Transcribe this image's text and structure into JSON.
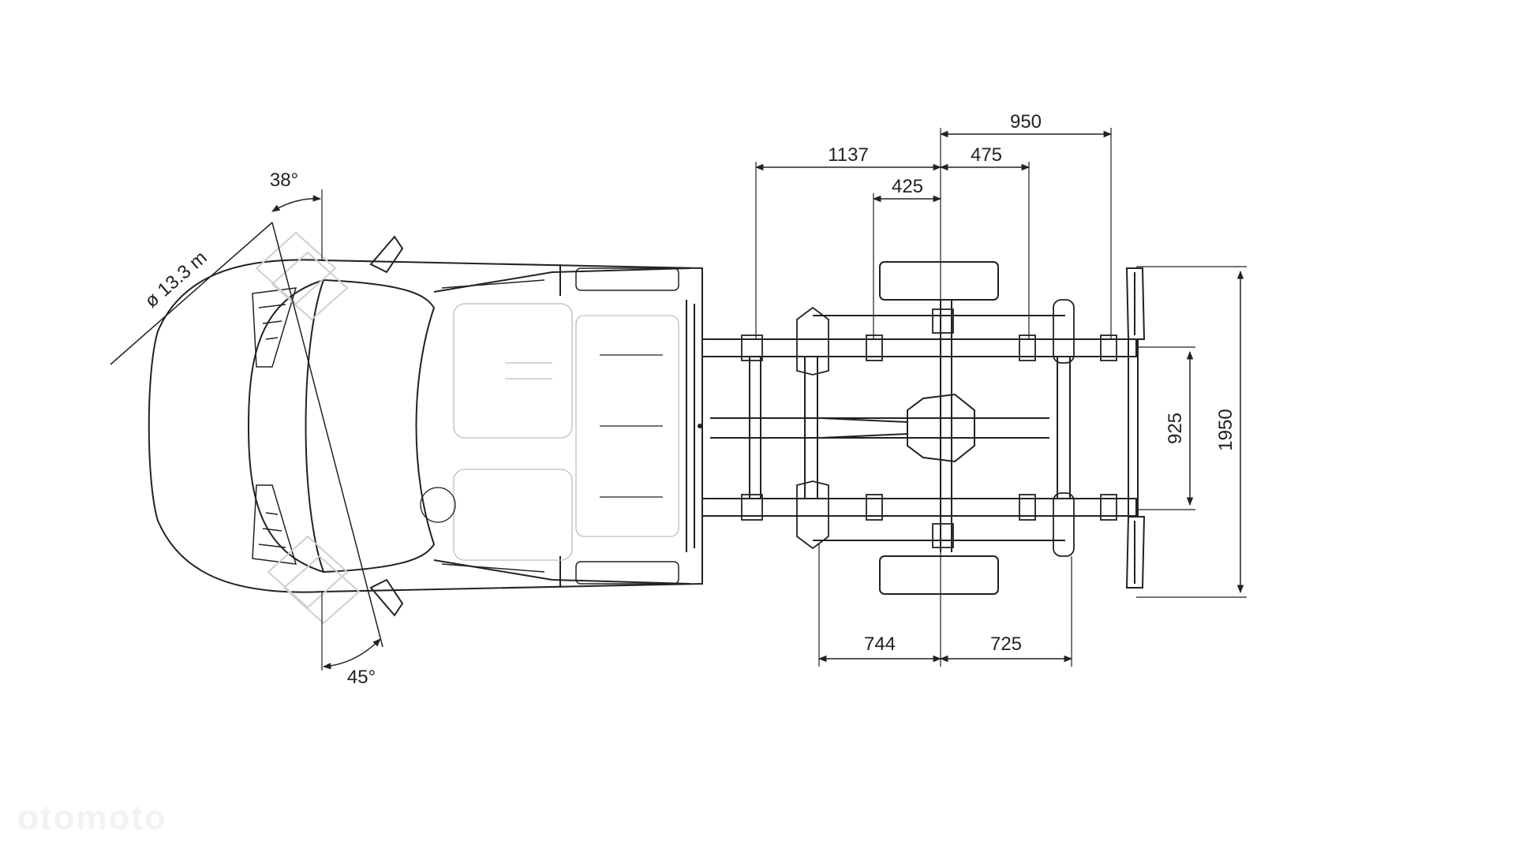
{
  "dimensions": {
    "d950": "950",
    "d1137": "1137",
    "d475": "475",
    "d425": "425",
    "d925": "925",
    "d1950": "1950",
    "d744": "744",
    "d725": "725"
  },
  "angles": {
    "top": "38°",
    "bottom": "45°"
  },
  "turning": {
    "diameter": "ø 13.3 m"
  },
  "watermark": "otomoto",
  "colors": {
    "line": "#222222",
    "light": "#bdbdbd"
  }
}
